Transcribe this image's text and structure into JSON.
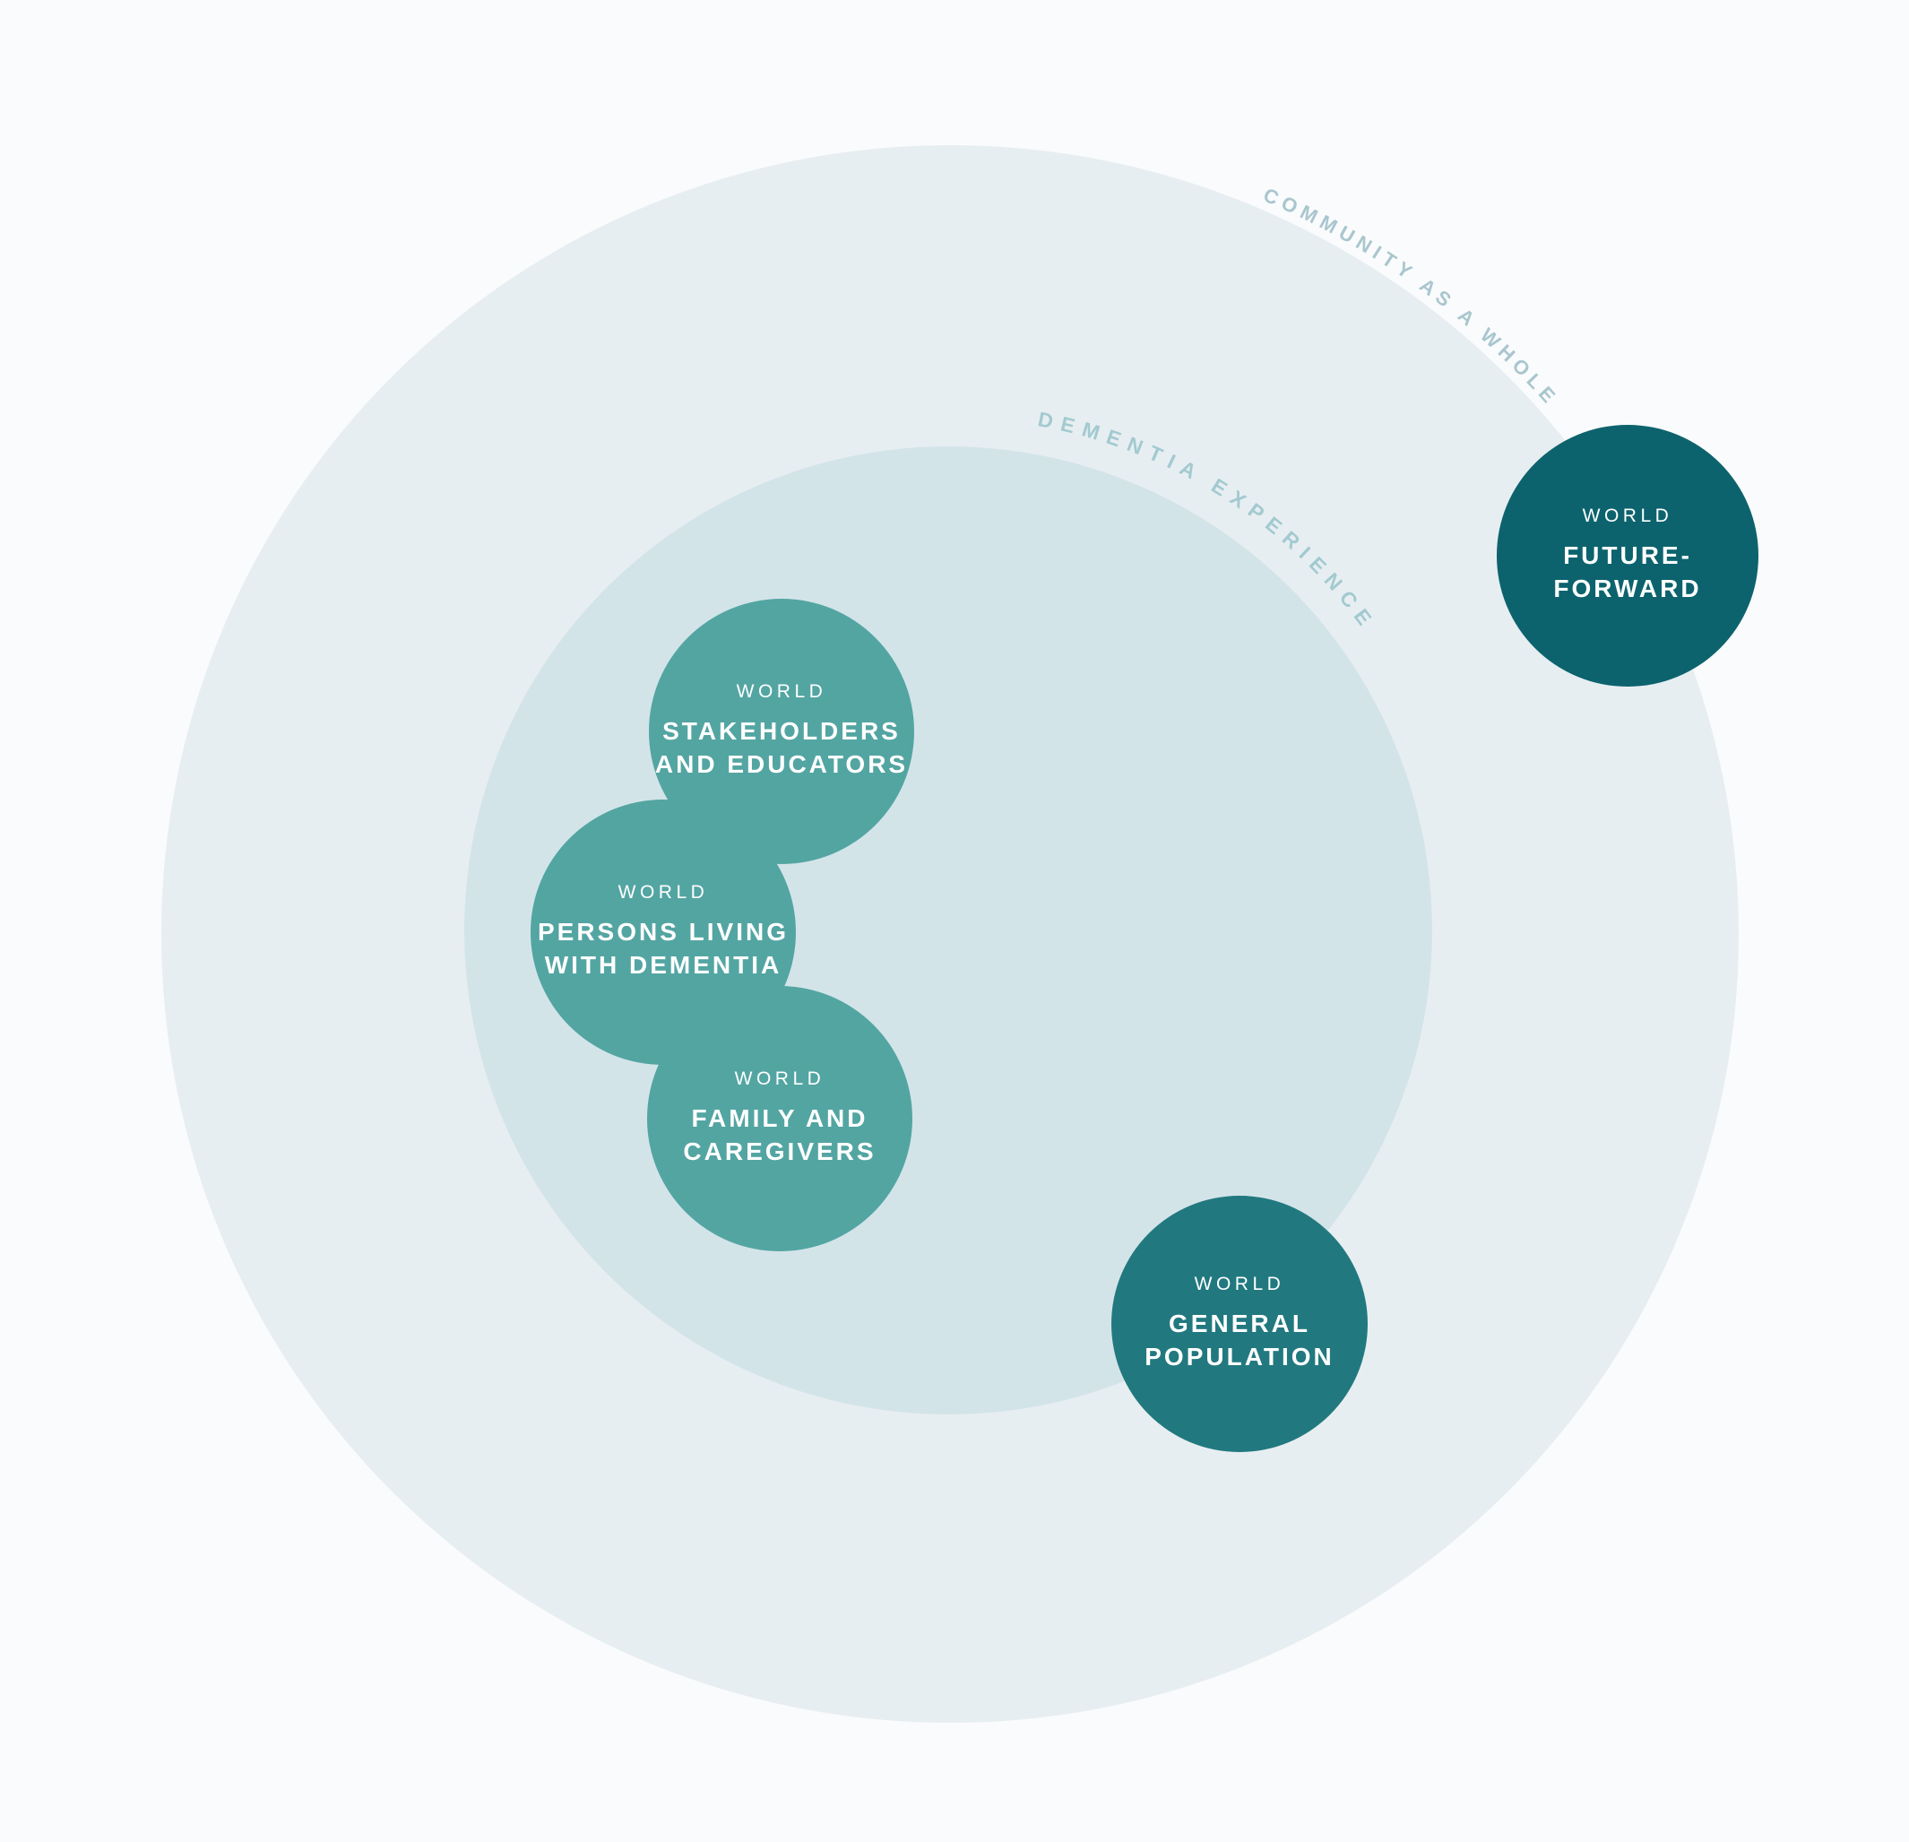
{
  "diagram": {
    "background_color": "#fafbfc",
    "rings": {
      "outer": {
        "label": "COMMUNITY AS A WHOLE",
        "fill_color": "#e7eef1",
        "label_color": "#a9c6ce"
      },
      "inner": {
        "label": "DEMENTIA EXPERIENCE",
        "fill_color": "#d3e4e9",
        "label_color": "#a2cad0"
      }
    },
    "worlds": [
      {
        "eyebrow": "WORLD",
        "name": "STAKEHOLDERS\nAND EDUCATORS",
        "color": "#53a5a2",
        "region": "dementia experience"
      },
      {
        "eyebrow": "WORLD",
        "name": "PERSONS LIVING\nWITH DEMENTIA",
        "color": "#53a5a2",
        "region": "dementia experience"
      },
      {
        "eyebrow": "WORLD",
        "name": "FAMILY AND\nCAREGIVERS",
        "color": "#53a5a2",
        "region": "dementia experience"
      },
      {
        "eyebrow": "WORLD",
        "name": "GENERAL\nPOPULATION",
        "color": "#21797f",
        "region": "community as a whole"
      },
      {
        "eyebrow": "WORLD",
        "name": "FUTURE-\nFORWARD",
        "color": "#0c636d",
        "region": "outside community edge"
      }
    ],
    "world_text_color": "#ffffff"
  }
}
